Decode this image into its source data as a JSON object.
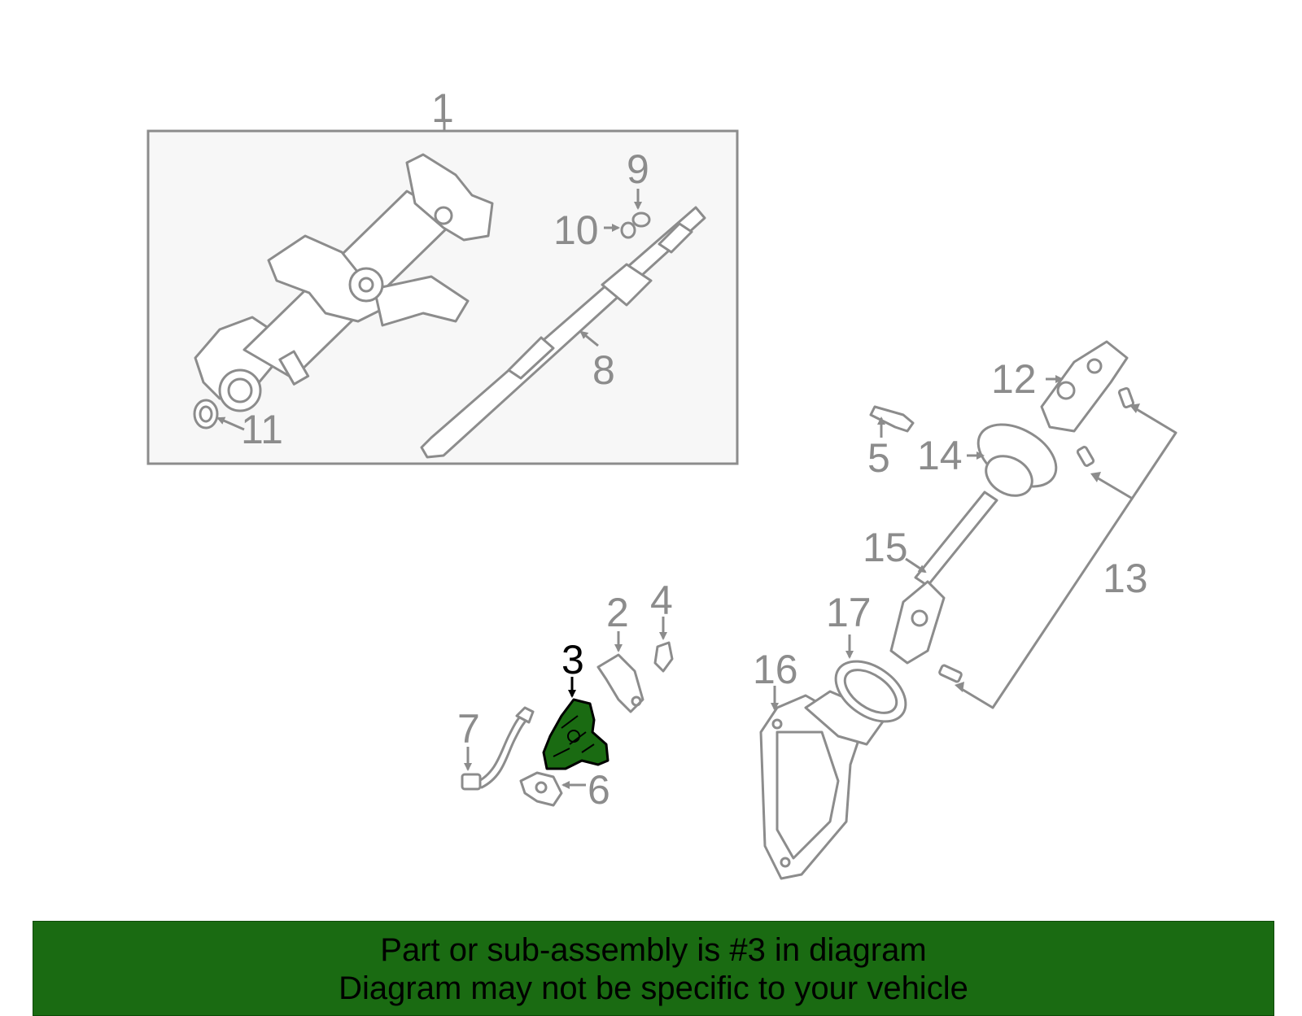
{
  "labels": {
    "p1": "1",
    "p2": "2",
    "p3": "3",
    "p4": "4",
    "p5": "5",
    "p6": "6",
    "p7": "7",
    "p8": "8",
    "p9": "9",
    "p10": "10",
    "p11": "11",
    "p12": "12",
    "p13": "13",
    "p14": "14",
    "p15": "15",
    "p16": "16",
    "p17": "17"
  },
  "highlighted_part": "3",
  "colors": {
    "highlight": "#1a6b12",
    "line": "#8c8c8c",
    "box": "#f7f7f7"
  },
  "banner": {
    "line1": "Part or sub-assembly is #3 in diagram",
    "line2": "Diagram may not be specific to your vehicle"
  }
}
